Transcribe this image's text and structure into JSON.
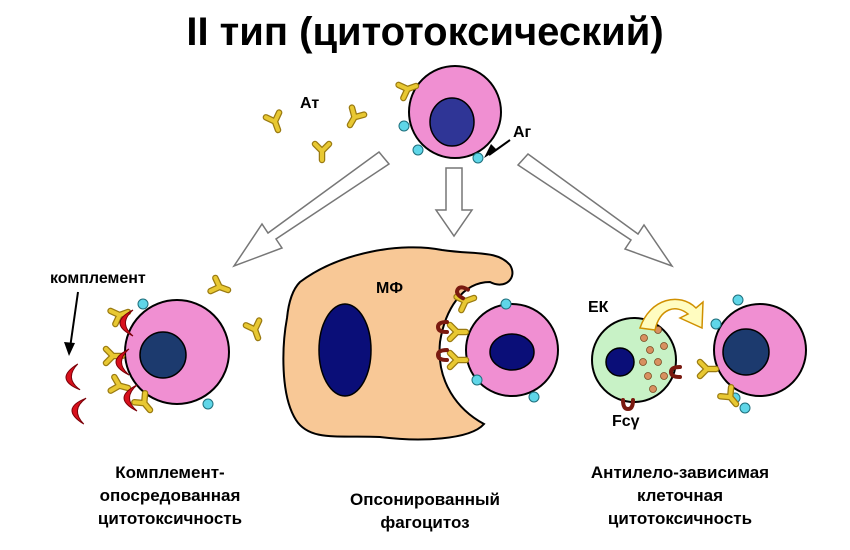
{
  "title": "II тип (цитотоксический)",
  "labels": {
    "antibody": "Ат",
    "antigen": "Аг",
    "complement": "комплемент",
    "macrophage": "МФ",
    "nk_cell": "ЕК",
    "fc_receptor": "Fcγ"
  },
  "captions": {
    "complement_mediated": [
      "Комплемент-",
      "опосредованная",
      "цитотоксичность"
    ],
    "opsonized": [
      "Опсонированный",
      "фагоцитоз"
    ],
    "adcc": [
      "Антилело-зависимая",
      "клеточная",
      "цитотоксичность"
    ]
  },
  "colors": {
    "target_cell": "#f08fd2",
    "nucleus_target": "#1c3a6e",
    "nucleus_top": "#2f3596",
    "macrophage": "#f8c896",
    "macrophage_nucleus": "#0a0e78",
    "nk_cell": "#c8f2c6",
    "antibody": "#e8c832",
    "antigen": "#5fd6e8",
    "complement": "#d8101c",
    "receptor": "#7a1a10"
  }
}
